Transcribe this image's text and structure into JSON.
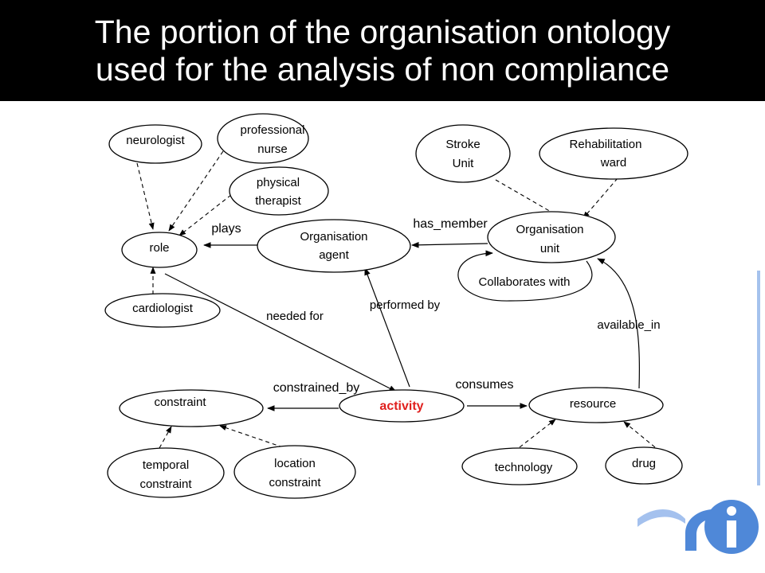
{
  "title": {
    "line1": "The portion of the organisation ontology",
    "line2": "used for the analysis of non compliance"
  },
  "nodes": {
    "neurologist": "neurologist",
    "professional_nurse": [
      "professional",
      "nurse"
    ],
    "physical_therapist": [
      "physical",
      "therapist"
    ],
    "role": "role",
    "cardiologist": "cardiologist",
    "organisation_agent": [
      "Organisation",
      "agent"
    ],
    "stroke_unit": [
      "Stroke",
      "Unit"
    ],
    "rehabilitation_ward": [
      "Rehabilitation",
      "ward"
    ],
    "organisation_unit": [
      "Organisation",
      "unit"
    ],
    "activity": "activity",
    "constraint": "constraint",
    "temporal_constraint": [
      "temporal",
      "constraint"
    ],
    "location_constraint": [
      "location",
      "constraint"
    ],
    "resource": "resource",
    "technology": "technology",
    "drug": "drug"
  },
  "edges": {
    "plays": "plays",
    "has_member": "has_member",
    "collaborates_with": "Collaborates with",
    "needed_for": "needed for",
    "performed_by": "performed by",
    "available_in": "available_in",
    "constrained_by": "constrained_by",
    "consumes": "consumes"
  },
  "colors": {
    "title_bg": "#000000",
    "title_text": "#ffffff",
    "highlight": "#e0201e",
    "logo": "#5a8fd6"
  }
}
